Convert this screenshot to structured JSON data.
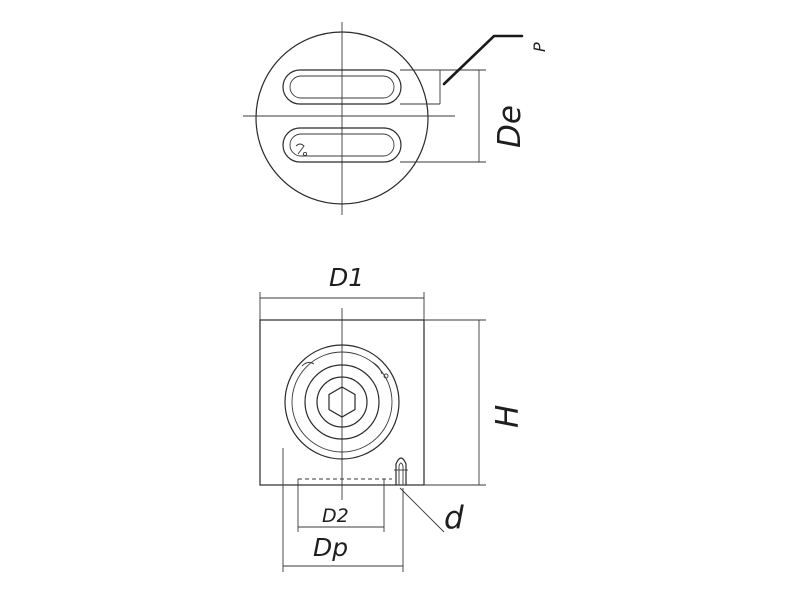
{
  "labels": {
    "p": "P",
    "de": "De",
    "d1": "D1",
    "h": "H",
    "d2": "D2",
    "dp": "Dp",
    "d": "d"
  },
  "colors": {
    "line": "#2a2a2a",
    "text": "#1e1e1e",
    "background": "#ffffff"
  }
}
